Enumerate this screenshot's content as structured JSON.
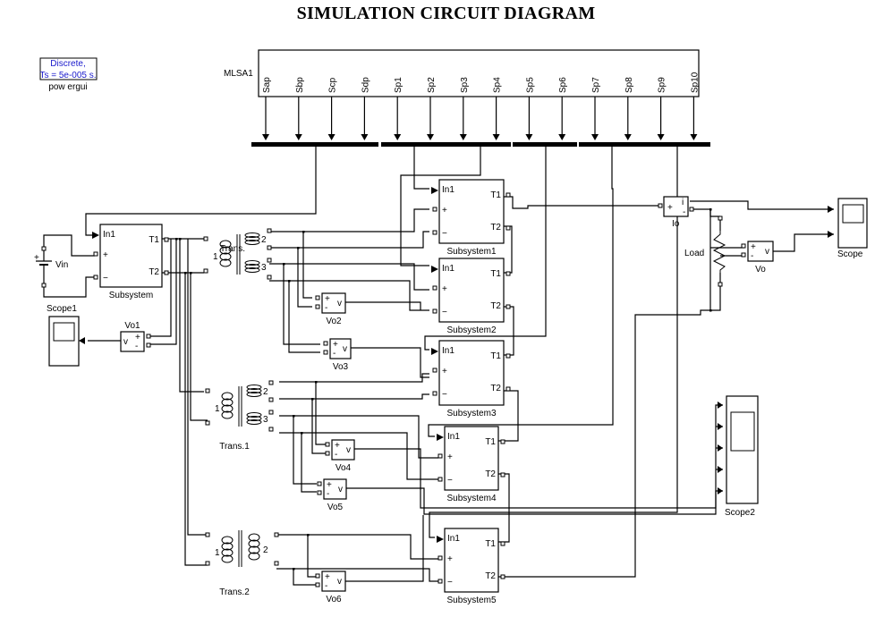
{
  "title": "SIMULATION CIRCUIT DIAGRAM",
  "powergui": {
    "line1": "Discrete,",
    "line2": "Ts = 5e-005 s.",
    "name": "pow ergui"
  },
  "mlsa": {
    "name": "MLSA1",
    "outputs": [
      "Sap",
      "Sbp",
      "Scp",
      "Sdp",
      "Sp1",
      "Sp2",
      "Sp3",
      "Sp4",
      "Sp5",
      "Sp6",
      "Sp7",
      "Sp8",
      "Sp9",
      "Sp10"
    ]
  },
  "source": {
    "name": "Vin",
    "plus": "+"
  },
  "subsystems": [
    {
      "name": "Subsystem",
      "in1": "In1",
      "plus": "+",
      "minus": "−",
      "t1": "T1",
      "t2": "T2"
    },
    {
      "name": "Subsystem1",
      "in1": "In1",
      "plus": "+",
      "minus": "−",
      "t1": "T1",
      "t2": "T2"
    },
    {
      "name": "Subsystem2",
      "in1": "In1",
      "plus": "+",
      "minus": "−",
      "t1": "T1",
      "t2": "T2"
    },
    {
      "name": "Subsystem3",
      "in1": "In1",
      "plus": "+",
      "minus": "−",
      "t1": "T1",
      "t2": "T2"
    },
    {
      "name": "Subsystem4",
      "in1": "In1",
      "plus": "+",
      "minus": "−",
      "t1": "T1",
      "t2": "T2"
    },
    {
      "name": "Subsystem5",
      "in1": "In1",
      "plus": "+",
      "minus": "−",
      "t1": "T1",
      "t2": "T2"
    }
  ],
  "transformers": [
    {
      "name": "Trans.",
      "w1": "1",
      "w2": "2",
      "w3": "3"
    },
    {
      "name": "Trans.1",
      "w1": "1",
      "w2": "2",
      "w3": "3"
    },
    {
      "name": "Trans.2",
      "w1": "1",
      "w2": "2"
    }
  ],
  "voltmeters": [
    {
      "name": "Vo1",
      "plus": "+",
      "minus": "-",
      "out": "v"
    },
    {
      "name": "Vo2",
      "plus": "+",
      "minus": "-",
      "out": "v"
    },
    {
      "name": "Vo3",
      "plus": "+",
      "minus": "-",
      "out": "v"
    },
    {
      "name": "Vo4",
      "plus": "+",
      "minus": "-",
      "out": "v"
    },
    {
      "name": "Vo5",
      "plus": "+",
      "minus": "-",
      "out": "v"
    },
    {
      "name": "Vo6",
      "plus": "+",
      "minus": "-",
      "out": "v"
    },
    {
      "name": "Vo",
      "plus": "+",
      "minus": "-",
      "out": "v"
    }
  ],
  "ammeter": {
    "name": "Io",
    "plus": "+",
    "minus": "-",
    "out": "i"
  },
  "load": {
    "name": "Load"
  },
  "scopes": [
    {
      "name": "Scope"
    },
    {
      "name": "Scope1"
    },
    {
      "name": "Scope2"
    }
  ]
}
